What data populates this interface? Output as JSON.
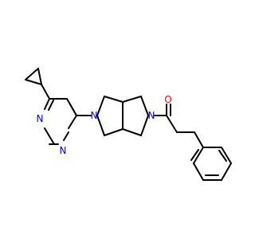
{
  "colors": {
    "background": "#ffffff",
    "bond": "#000000",
    "nitrogen": "#0000ff",
    "oxygen": "#ff0000"
  },
  "molecule": {
    "atoms": {
      "n_pyrimidine_top": "N",
      "n_pyrimidine_bottom": "N",
      "n_pyrrolidine_left": "N",
      "n_pyrrolidine_right": "N",
      "o_carbonyl": "O"
    }
  }
}
